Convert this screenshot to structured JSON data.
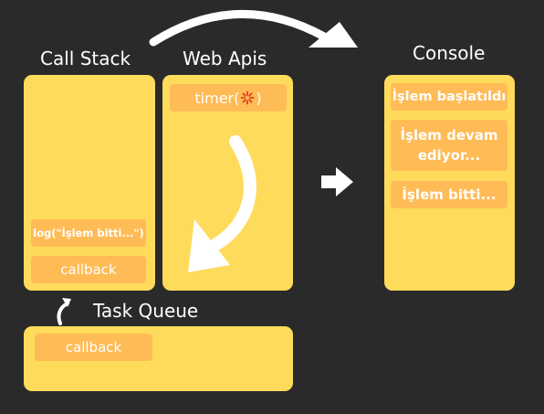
{
  "headings": {
    "call_stack": "Call Stack",
    "web_apis": "Web Apis",
    "console": "Console",
    "task_queue": "Task Queue"
  },
  "call_stack": {
    "items": [
      "log(\"İşlem bitti...\")",
      "callback"
    ]
  },
  "web_apis": {
    "timer_label": "timer(",
    "timer_close": ")"
  },
  "console": {
    "lines": [
      "İşlem başlatıldı",
      "İşlem devam ediyor...",
      "İşlem bitti..."
    ]
  },
  "task_queue": {
    "items": [
      "callback"
    ]
  },
  "colors": {
    "background": "#2a2a2a",
    "panel": "#ffdb5c",
    "chip": "#ffbb55",
    "text": "#ffffff"
  },
  "icons": [
    "curved-arrow-icon",
    "timer-spinner-icon",
    "right-arrow-icon",
    "curved-down-arrow-icon",
    "small-curved-up-arrow-icon"
  ]
}
